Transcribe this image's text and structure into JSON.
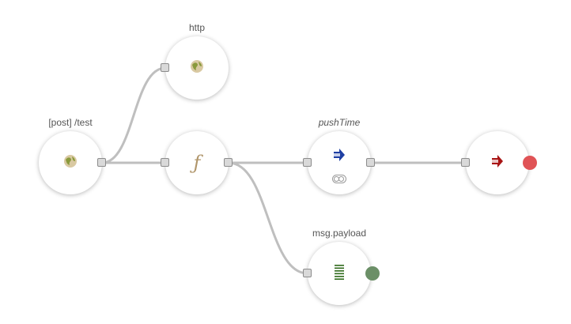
{
  "flow": {
    "nodes": [
      {
        "id": "http-in",
        "label": "[post] /test",
        "icon": "globe-icon"
      },
      {
        "id": "http-out",
        "label": "http",
        "icon": "globe-icon"
      },
      {
        "id": "function",
        "label": "",
        "icon": "function-icon"
      },
      {
        "id": "push-time",
        "label": "pushTime",
        "icon": "link-out-arrow-icon"
      },
      {
        "id": "link-in",
        "label": "",
        "icon": "link-arrow-icon"
      },
      {
        "id": "debug",
        "label": "msg.payload",
        "icon": "list-icon"
      }
    ],
    "colors": {
      "wire": "#bfbfbf",
      "globe_green": "#8a9a3c",
      "globe_tan": "#d9c9a2",
      "push_arrow": "#1f3fa3",
      "link_arrow": "#a81414",
      "debug_icon": "#2f6a1b",
      "error_dot": "#e05356",
      "debug_dot": "#6b8f67"
    }
  }
}
